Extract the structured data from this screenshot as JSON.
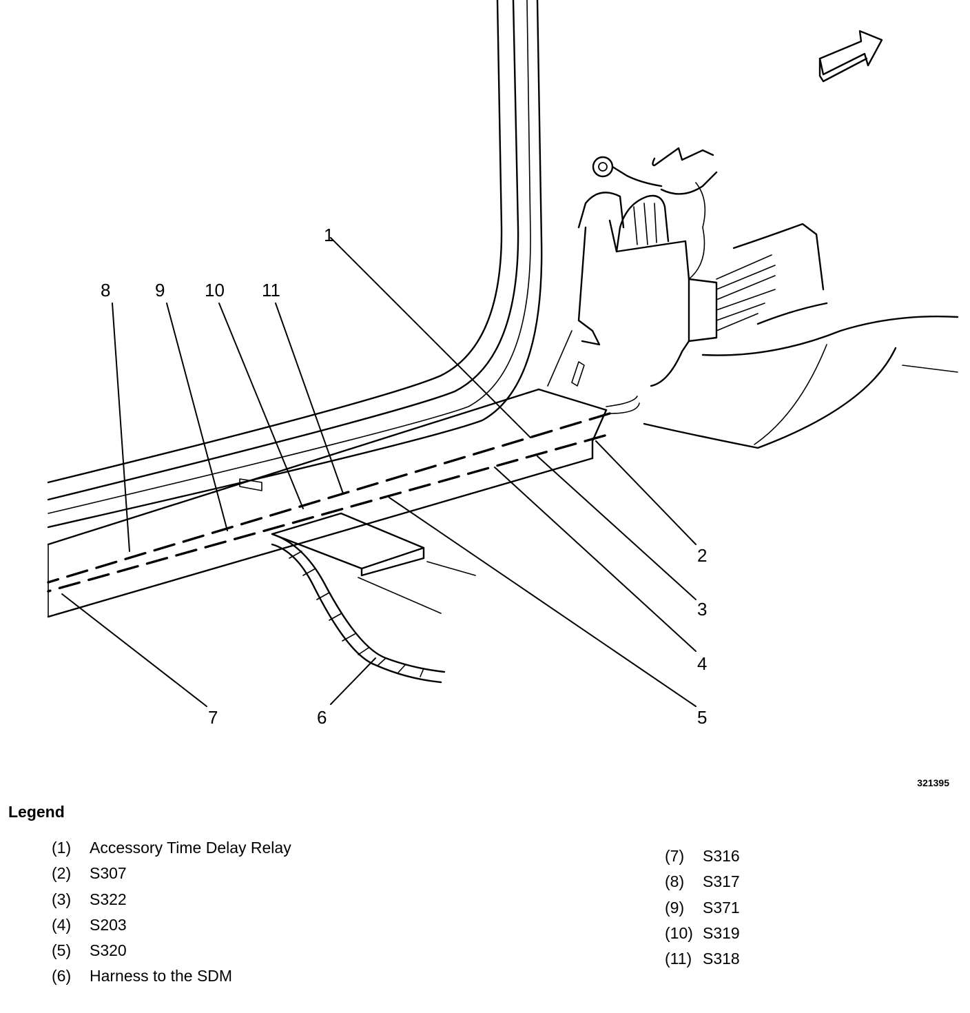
{
  "diagram": {
    "callouts": [
      "1",
      "2",
      "3",
      "4",
      "5",
      "6",
      "7",
      "8",
      "9",
      "10",
      "11"
    ],
    "figure_id": "321395"
  },
  "legend": {
    "title": "Legend",
    "left_items": [
      {
        "num": "(1)",
        "label": "Accessory Time Delay Relay"
      },
      {
        "num": "(2)",
        "label": "S307"
      },
      {
        "num": "(3)",
        "label": "S322"
      },
      {
        "num": "(4)",
        "label": "S203"
      },
      {
        "num": "(5)",
        "label": "S320"
      },
      {
        "num": "(6)",
        "label": "Harness to the SDM"
      }
    ],
    "right_items": [
      {
        "num": "(7)",
        "label": "S316"
      },
      {
        "num": "(8)",
        "label": "S317"
      },
      {
        "num": "(9)",
        "label": "S371"
      },
      {
        "num": "(10)",
        "label": "S319"
      },
      {
        "num": "(11)",
        "label": "S318"
      }
    ]
  }
}
